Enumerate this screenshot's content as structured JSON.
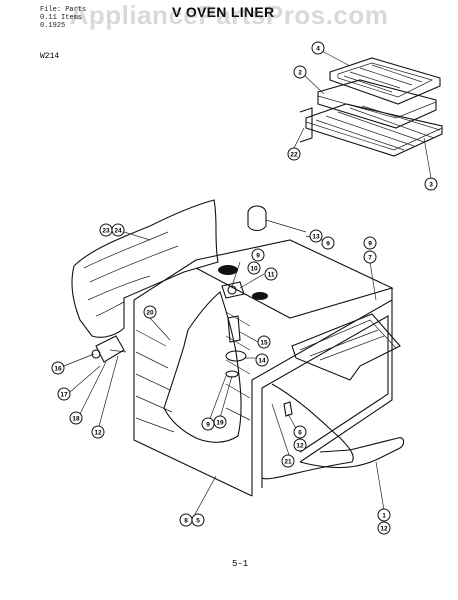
{
  "header": {
    "file_line": "File: Parts",
    "line2": "0.11 Items",
    "line3": "0.1925"
  },
  "watermark": "AppliancePartsPros.com",
  "title": "V  OVEN LINER",
  "model": "W214",
  "page_number": "5-1",
  "callouts": {
    "c4": "4",
    "c2": "2",
    "c22": "22",
    "c3": "3",
    "c23": "23",
    "c24": "24",
    "c13": "13",
    "c9a": "9",
    "c9b": "9",
    "c7": "7",
    "c9c": "9",
    "c10": "10",
    "c11": "11",
    "c20": "20",
    "c15": "15",
    "c14": "14",
    "c16": "16",
    "c17": "17",
    "c18": "18",
    "c12a": "12",
    "c9d": "9",
    "c19": "19",
    "c6": "6",
    "c12b": "12",
    "c21": "21",
    "c8": "8",
    "c5": "5",
    "c1": "1",
    "c12c": "12"
  }
}
